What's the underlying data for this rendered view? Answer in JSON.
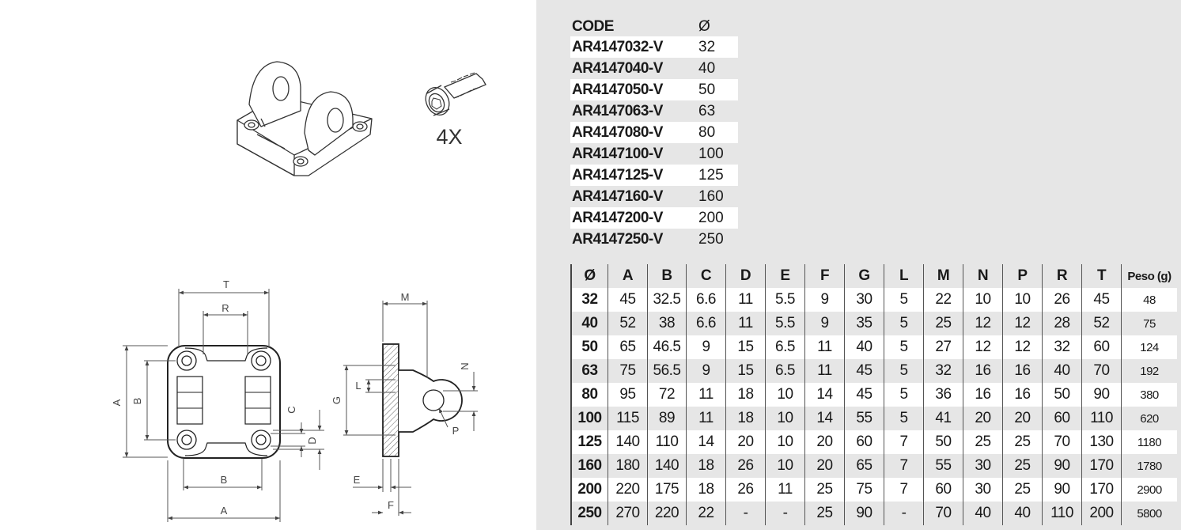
{
  "figure": {
    "screw_qty": "4X",
    "dim_labels": {
      "T": "T",
      "R": "R",
      "A_side": "A",
      "B_side": "B",
      "C": "C",
      "D": "D",
      "B_bottom": "B",
      "A_bottom": "A",
      "M": "M",
      "N": "N",
      "G": "G",
      "L": "L",
      "P": "P",
      "E": "E",
      "F": "F"
    }
  },
  "code_table": {
    "headers": [
      "CODE",
      "Ø"
    ],
    "rows": [
      {
        "code": "AR4147032-V",
        "dia": "32"
      },
      {
        "code": "AR4147040-V",
        "dia": "40"
      },
      {
        "code": "AR4147050-V",
        "dia": "50"
      },
      {
        "code": "AR4147063-V",
        "dia": "63"
      },
      {
        "code": "AR4147080-V",
        "dia": "80"
      },
      {
        "code": "AR4147100-V",
        "dia": "100"
      },
      {
        "code": "AR4147125-V",
        "dia": "125"
      },
      {
        "code": "AR4147160-V",
        "dia": "160"
      },
      {
        "code": "AR4147200-V",
        "dia": "200"
      },
      {
        "code": "AR4147250-V",
        "dia": "250"
      }
    ]
  },
  "dims_table": {
    "headers": [
      "Ø",
      "A",
      "B",
      "C",
      "D",
      "E",
      "F",
      "G",
      "L",
      "M",
      "N",
      "P",
      "R",
      "T",
      "Peso (g)"
    ],
    "rows": [
      [
        "32",
        "45",
        "32.5",
        "6.6",
        "11",
        "5.5",
        "9",
        "30",
        "5",
        "22",
        "10",
        "10",
        "26",
        "45",
        "48"
      ],
      [
        "40",
        "52",
        "38",
        "6.6",
        "11",
        "5.5",
        "9",
        "35",
        "5",
        "25",
        "12",
        "12",
        "28",
        "52",
        "75"
      ],
      [
        "50",
        "65",
        "46.5",
        "9",
        "15",
        "6.5",
        "11",
        "40",
        "5",
        "27",
        "12",
        "12",
        "32",
        "60",
        "124"
      ],
      [
        "63",
        "75",
        "56.5",
        "9",
        "15",
        "6.5",
        "11",
        "45",
        "5",
        "32",
        "16",
        "16",
        "40",
        "70",
        "192"
      ],
      [
        "80",
        "95",
        "72",
        "11",
        "18",
        "10",
        "14",
        "45",
        "5",
        "36",
        "16",
        "16",
        "50",
        "90",
        "380"
      ],
      [
        "100",
        "115",
        "89",
        "11",
        "18",
        "10",
        "14",
        "55",
        "5",
        "41",
        "20",
        "20",
        "60",
        "110",
        "620"
      ],
      [
        "125",
        "140",
        "110",
        "14",
        "20",
        "10",
        "20",
        "60",
        "7",
        "50",
        "25",
        "25",
        "70",
        "130",
        "1180"
      ],
      [
        "160",
        "180",
        "140",
        "18",
        "26",
        "10",
        "20",
        "65",
        "7",
        "55",
        "30",
        "25",
        "90",
        "170",
        "1780"
      ],
      [
        "200",
        "220",
        "175",
        "18",
        "26",
        "11",
        "25",
        "75",
        "7",
        "60",
        "30",
        "25",
        "90",
        "170",
        "2900"
      ],
      [
        "250",
        "270",
        "220",
        "22",
        "-",
        "-",
        "25",
        "90",
        "-",
        "70",
        "40",
        "40",
        "110",
        "200",
        "5800"
      ]
    ]
  }
}
